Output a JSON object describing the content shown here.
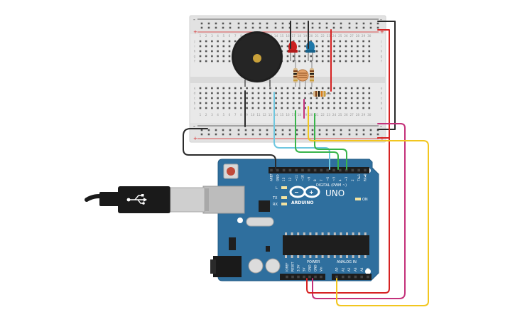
{
  "arduino": {
    "brand": "ARDUINO",
    "model": "UNO",
    "digital_header_label": "DIGITAL (PWM ~)",
    "power_header_label": "POWER",
    "analog_header_label": "ANALOG IN",
    "on_led_label": "ON",
    "l_led_label": "L",
    "tx_label": "TX",
    "rx_label": "RX",
    "digital_pins": [
      "AREF",
      "GND",
      "13",
      "12",
      "~11",
      "~10",
      "~9",
      "8",
      "7",
      "~6",
      "~5",
      "4",
      "~3",
      "2",
      "TX▸1",
      "RX◂0"
    ],
    "power_pins": [
      "IOREF",
      "RESET",
      "3.3V",
      "5V",
      "GND",
      "GND",
      "Vin"
    ],
    "analog_pins": [
      "A0",
      "A1",
      "A2",
      "A3",
      "A4",
      "A5"
    ]
  },
  "breadboard": {
    "column_numbers": [
      "1",
      "2",
      "3",
      "4",
      "5",
      "6",
      "7",
      "8",
      "9",
      "10",
      "11",
      "12",
      "13",
      "14",
      "15",
      "16",
      "17",
      "18",
      "19",
      "20",
      "21",
      "22",
      "23",
      "24",
      "25",
      "26",
      "27",
      "28",
      "29",
      "30"
    ],
    "row_letters_top": [
      "j",
      "i",
      "h",
      "g",
      "f"
    ],
    "row_letters_bottom": [
      "e",
      "d",
      "c",
      "b",
      "a"
    ],
    "rail_plus": "+",
    "rail_minus": "-"
  },
  "colors": {
    "board": "#2f6f9e",
    "breadboard": "#e9e9e9",
    "wire_black": "#2a2a2a",
    "wire_red": "#d62222",
    "wire_yellow": "#f2c61f",
    "wire_green": "#38b44a",
    "wire_cyan": "#6ec7e0",
    "wire_magenta": "#c4317a",
    "led_red": "#cc1f1f",
    "led_blue": "#1e77a8"
  }
}
